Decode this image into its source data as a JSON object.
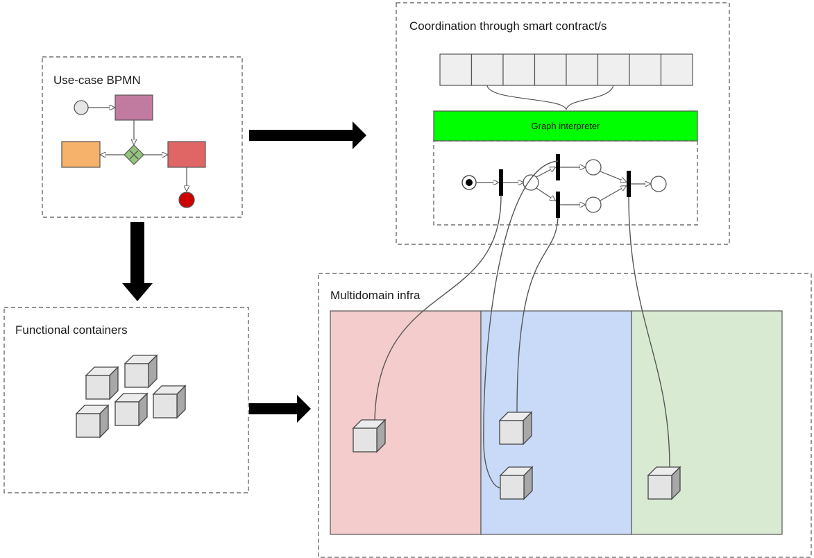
{
  "labels": {
    "bpmn_title": "Use-case BPMN",
    "coordination_title": "Coordination through smart contract/s",
    "interpreter_label": "Graph interpreter",
    "functional_title": "Functional containers",
    "multidomain_title": "Multidomain infra"
  },
  "colors": {
    "interpreter_fill": "#00ff00",
    "domain_red": "#f4cccc",
    "domain_blue": "#c9daf8",
    "domain_green": "#d9ead3",
    "task_purple": "#c27ba0",
    "task_orange": "#f6b26b",
    "task_red": "#e06666",
    "gateway_green": "#93c47d",
    "end_event": "#cc0000"
  },
  "icons": [
    "arrow-right-icon",
    "arrow-down-icon",
    "cube-icon",
    "token-icon"
  ]
}
